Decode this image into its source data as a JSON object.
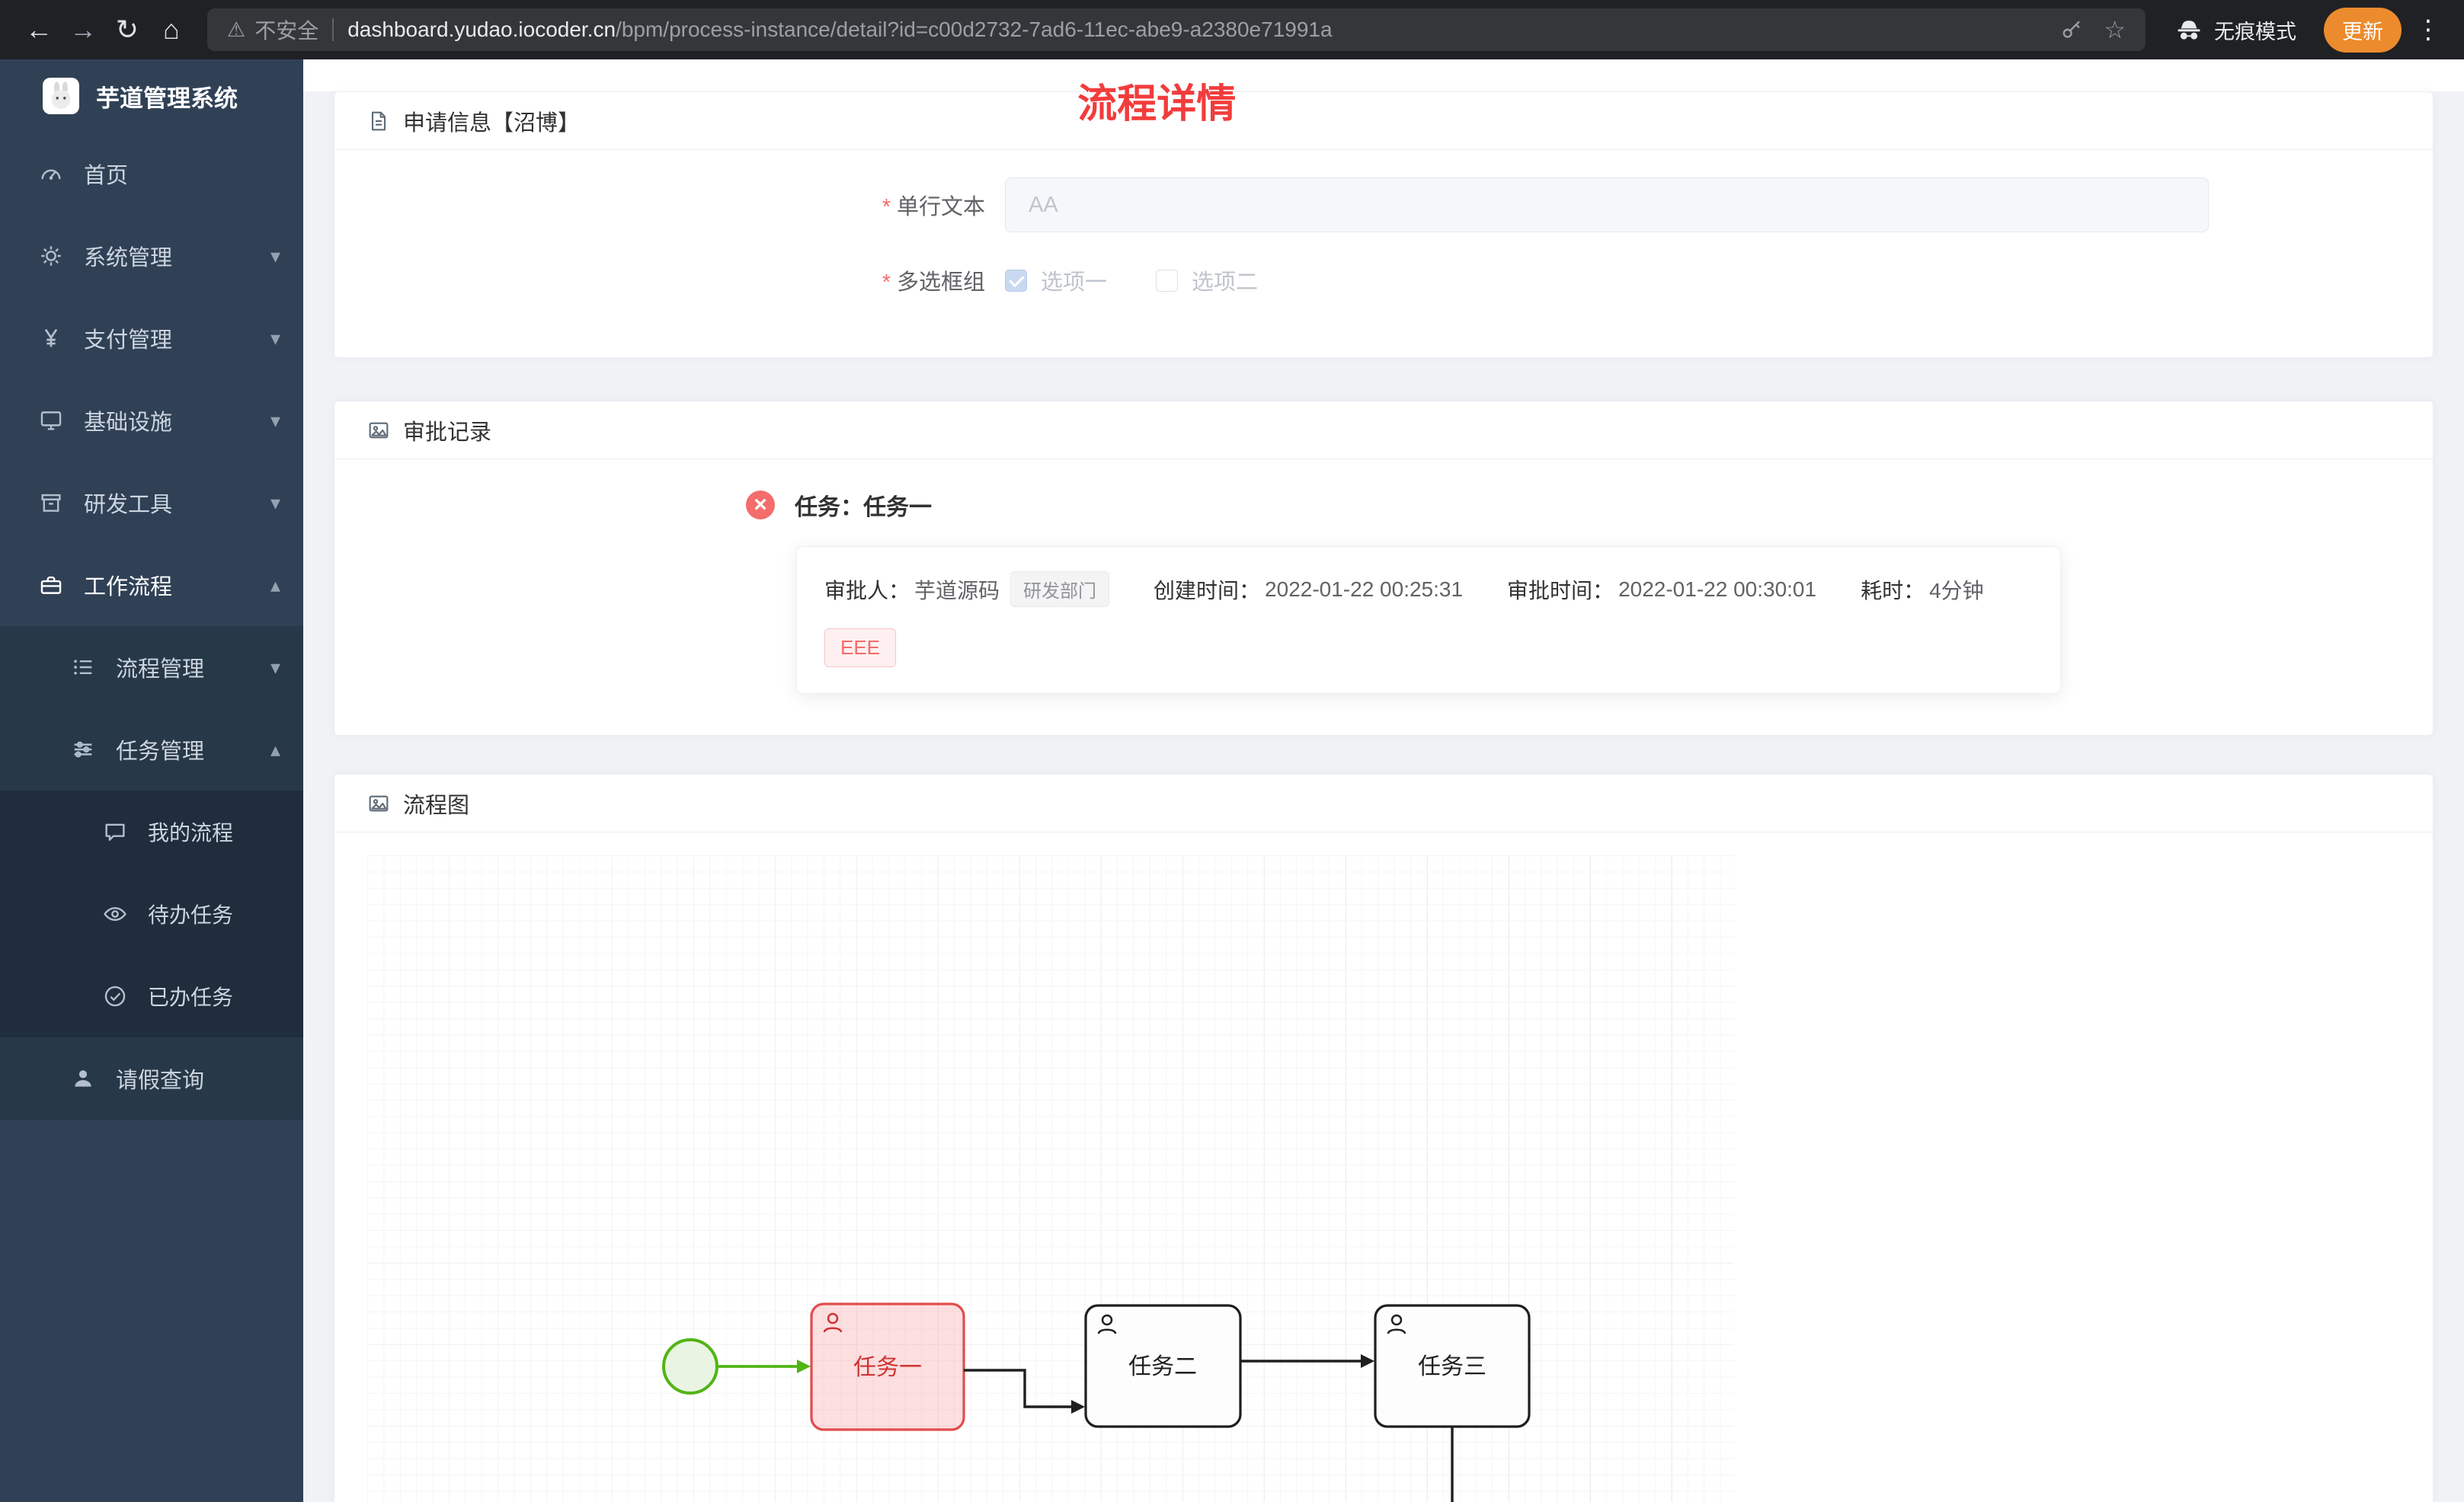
{
  "browser": {
    "security_label": "不安全",
    "url_host": "dashboard.yudao.iocoder.cn",
    "url_path": "/bpm/process-instance/detail?id=c00d2732-7ad6-11ec-abe9-a2380e71991a",
    "incognito_label": "无痕模式",
    "update_label": "更新"
  },
  "icons": {
    "back": "←",
    "forward": "→",
    "reload": "↻",
    "home": "⌂",
    "warning": "⚠",
    "star": "☆",
    "dots": "⋮",
    "chevron_down": "▾",
    "chevron_up": "▴",
    "error_x": "×"
  },
  "sidebar": {
    "app_title": "芋道管理系统",
    "items": [
      {
        "label": "首页"
      },
      {
        "label": "系统管理"
      },
      {
        "label": "支付管理"
      },
      {
        "label": "基础设施"
      },
      {
        "label": "研发工具"
      },
      {
        "label": "工作流程"
      },
      {
        "label": "流程管理"
      },
      {
        "label": "任务管理"
      },
      {
        "label": "我的流程"
      },
      {
        "label": "待办任务"
      },
      {
        "label": "已办任务"
      },
      {
        "label": "请假查询"
      }
    ]
  },
  "page": {
    "title": "流程详情"
  },
  "apply": {
    "header": "申请信息【沼博】",
    "required_mark": "*",
    "field1_label": "单行文本",
    "field1_placeholder": "AA",
    "field2_label": "多选框组",
    "option1": "选项一",
    "option2": "选项二"
  },
  "approval": {
    "header": "审批记录",
    "task_title": "任务：任务一",
    "approver_label": "审批人：",
    "approver_name": "芋道源码",
    "dept_tag": "研发部门",
    "created_label": "创建时间：",
    "created_time": "2022-01-22 00:25:31",
    "approved_label": "审批时间：",
    "approved_time": "2022-01-22 00:30:01",
    "duration_label": "耗时：",
    "duration_value": "4分钟",
    "comment_tag": "EEE"
  },
  "diagram": {
    "header": "流程图",
    "nodes": [
      {
        "label": "任务一"
      },
      {
        "label": "任务二"
      },
      {
        "label": "任务三"
      }
    ]
  },
  "colors": {
    "chrome_bg": "#202124",
    "sidebar_bg": "#304156",
    "submenu_bg": "#1f2d3d",
    "title_red": "#f23c3c",
    "danger": "#f56c6c",
    "success_green": "#52b415",
    "update_orange": "#ec8b2d"
  }
}
